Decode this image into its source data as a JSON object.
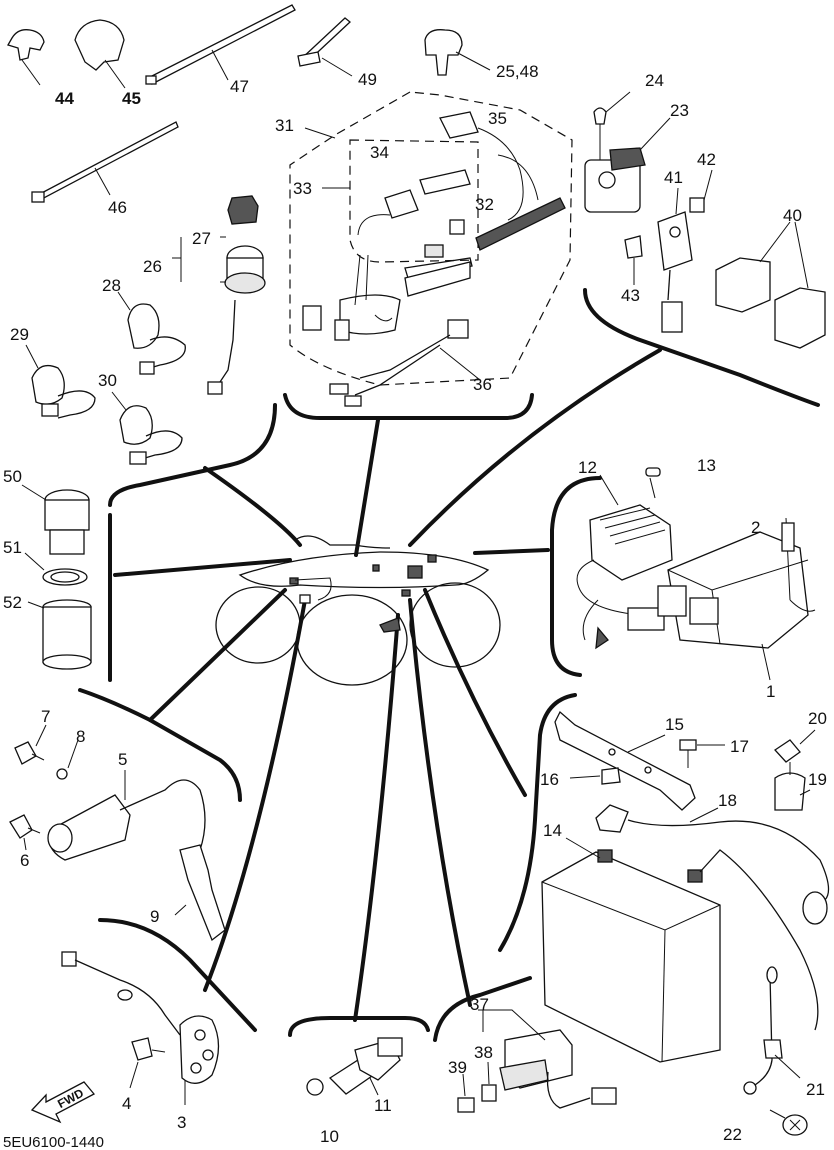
{
  "diagram_code": "5EU6100-1440",
  "fwd_label": "FWD",
  "callouts": {
    "c1": "1",
    "c2": "2",
    "c3": "3",
    "c4": "4",
    "c5": "5",
    "c6": "6",
    "c7": "7",
    "c8": "8",
    "c9": "9",
    "c10": "10",
    "c11": "11",
    "c12": "12",
    "c13": "13",
    "c14": "14",
    "c15": "15",
    "c16": "16",
    "c17": "17",
    "c18": "18",
    "c19": "19",
    "c20": "20",
    "c21": "21",
    "c22": "22",
    "c23": "23",
    "c24": "24",
    "c25": "25,48",
    "c26": "26",
    "c27": "27",
    "c28": "28",
    "c29": "29",
    "c30": "30",
    "c31": "31",
    "c32": "32",
    "c33": "33",
    "c34": "34",
    "c35": "35",
    "c36": "36",
    "c37": "37",
    "c38": "38",
    "c39": "39",
    "c40": "40",
    "c41": "41",
    "c42": "42",
    "c43": "43",
    "c44": "44",
    "c45": "45",
    "c46": "46",
    "c47": "47",
    "c49": "49",
    "c50": "50",
    "c51": "51",
    "c52": "52"
  }
}
